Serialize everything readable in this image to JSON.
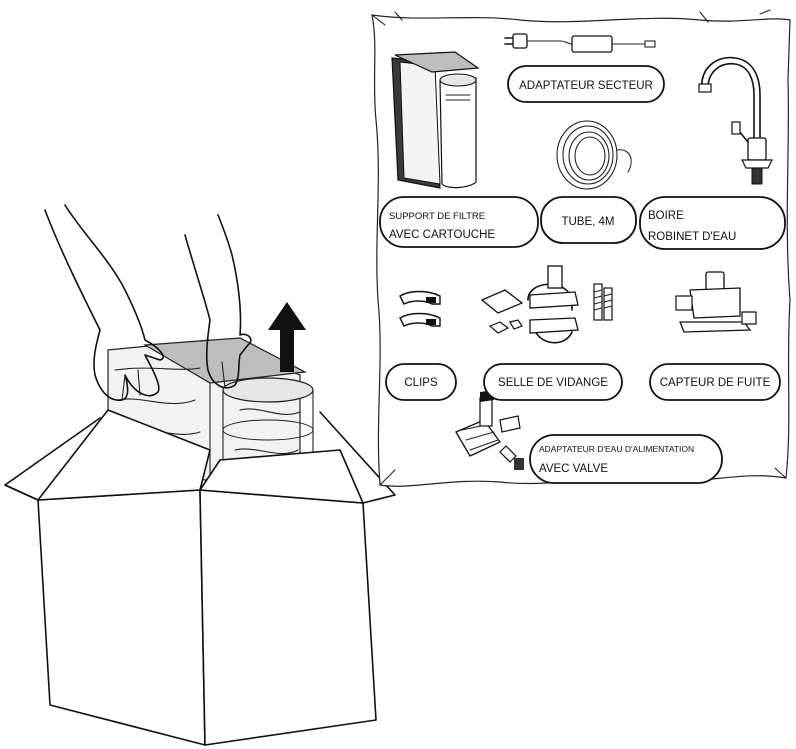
{
  "parts": {
    "power_adapter": "ADAPTATEUR SECTEUR",
    "filter_line1": "SUPPORT DE FILTRE",
    "filter_line2": "AVEC CARTOUCHE",
    "tube": "TUBE, 4M",
    "faucet_line1": "BOIRE",
    "faucet_line2": "ROBINET D'EAU",
    "clips": "CLIPS",
    "drain_saddle": "SELLE DE VIDANGE",
    "leak_sensor": "CAPTEUR DE FUITE",
    "feed_line1": "ADAPTATEUR D'EAU D'ALIMENTATION",
    "feed_line2": "AVEC VALVE"
  },
  "colors": {
    "ink": "#111111",
    "grey_fill": "#bdbdbd",
    "light_fill": "#e6e6e6"
  }
}
